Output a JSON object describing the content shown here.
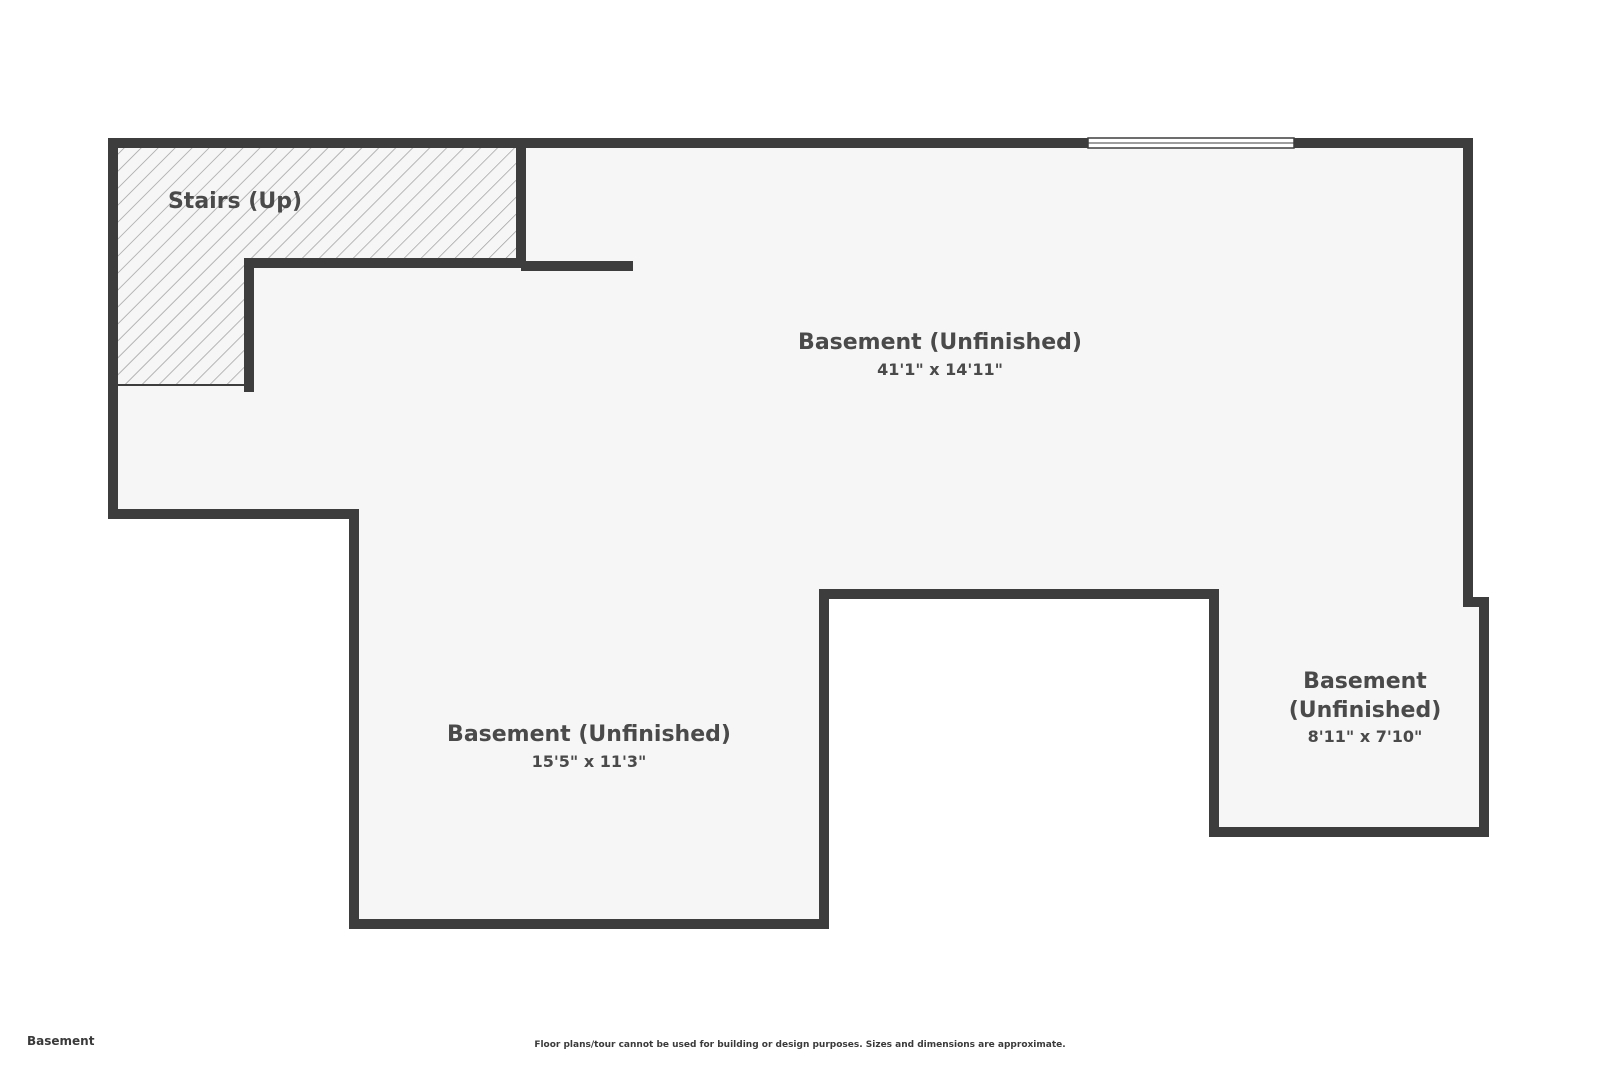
{
  "plan": {
    "rooms": {
      "stairs": {
        "name": "Stairs (Up)"
      },
      "main": {
        "name": "Basement (Unfinished)",
        "dims": "41'1\" x 14'11\""
      },
      "lower_left": {
        "name": "Basement (Unfinished)",
        "dims": "15'5\" x 11'3\""
      },
      "right": {
        "name_line1": "Basement",
        "name_line2": "(Unfinished)",
        "dims": "8'11\" x 7'10\""
      }
    },
    "colors": {
      "wall": "#3d3d3d",
      "floor": "#f6f6f6",
      "hatch": "#9a9a9a",
      "text": "#4a4a4a"
    }
  },
  "footer": {
    "floor_label": "Basement",
    "disclaimer": "Floor plans/tour cannot be used for building or design purposes. Sizes and dimensions are approximate."
  }
}
